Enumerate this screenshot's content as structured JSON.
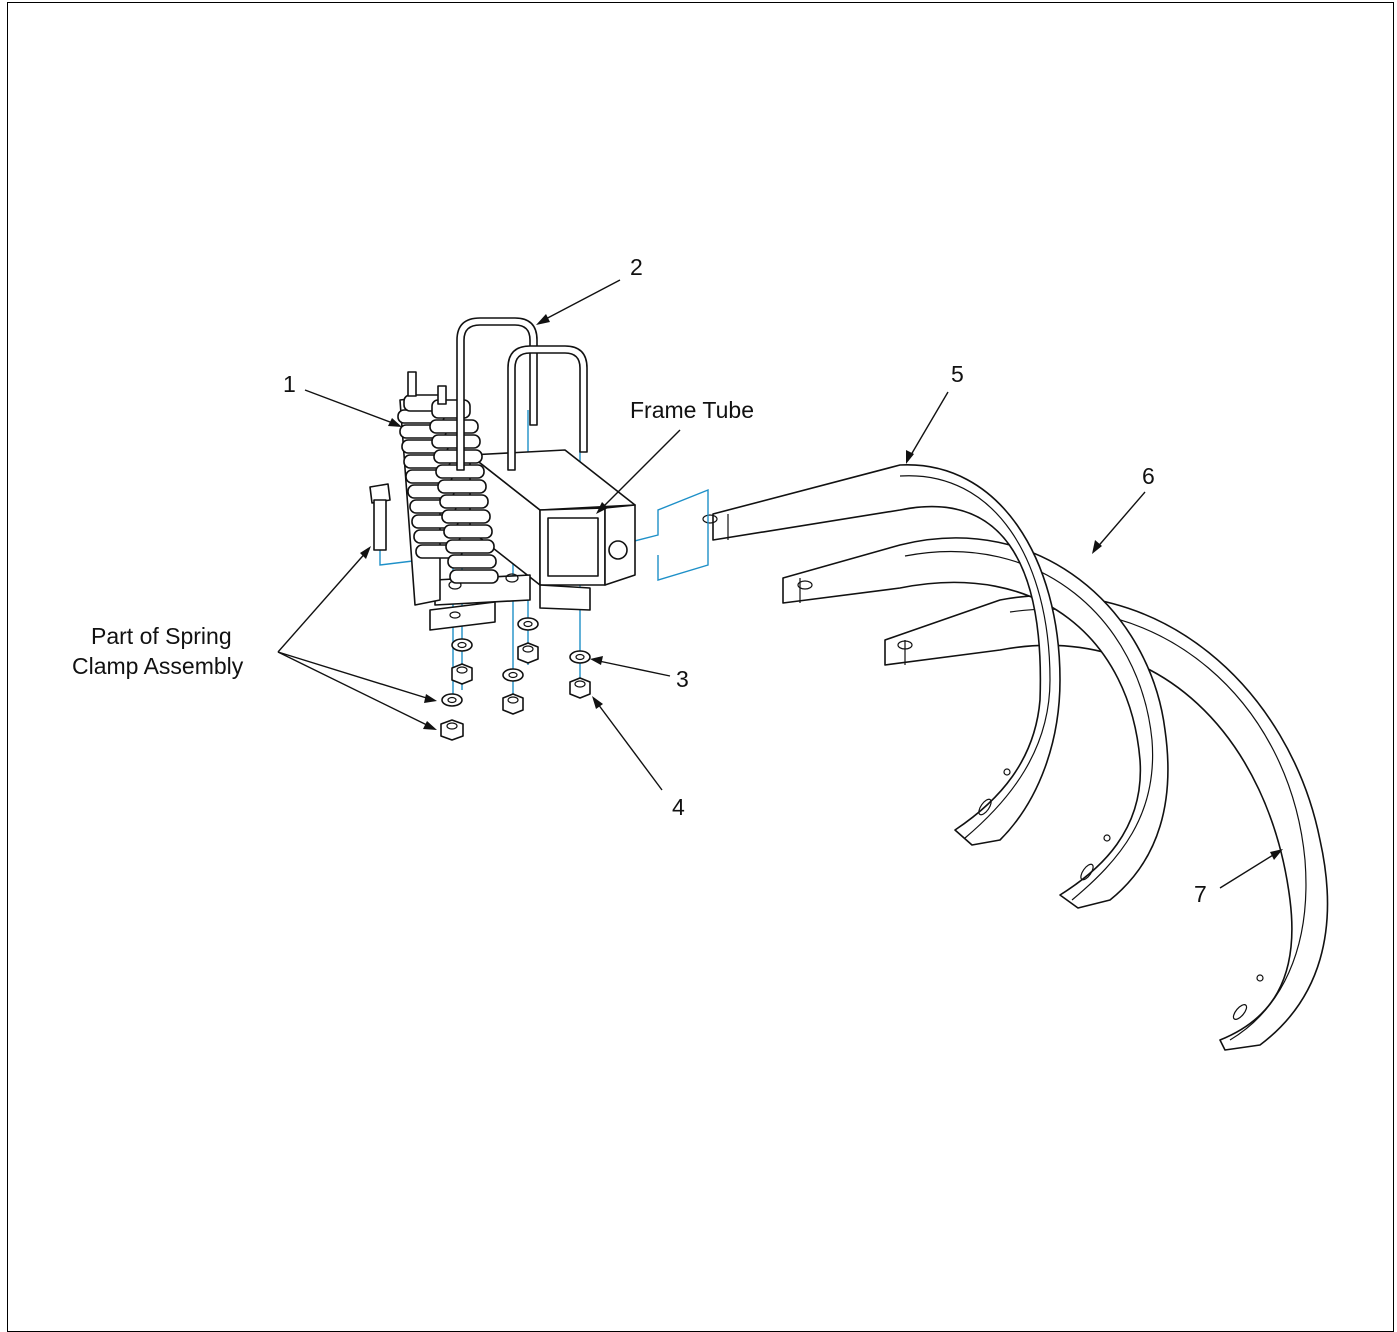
{
  "diagram": {
    "callouts": {
      "c1": "1",
      "c2": "2",
      "c3": "3",
      "c4": "4",
      "c5": "5",
      "c6": "6",
      "c7": "7"
    },
    "frame_tube_label": "Frame Tube",
    "spring_clamp_label_line1": "Part of Spring",
    "spring_clamp_label_line2": "Clamp Assembly"
  }
}
